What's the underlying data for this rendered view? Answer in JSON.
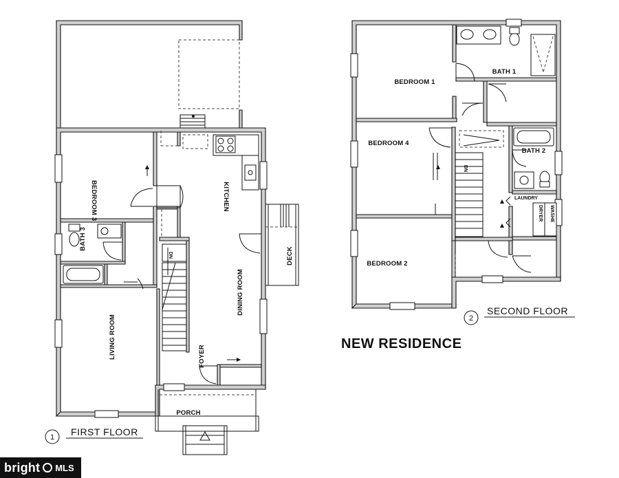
{
  "title": "NEW RESIDENCE",
  "first_floor": {
    "number": "1",
    "title": "FIRST FLOOR",
    "rooms": {
      "bedroom3": "BEDROOM 3",
      "bath3": "BATH 3",
      "living_room": "LIVING ROOM",
      "kitchen": "KITCHEN",
      "dining_room": "DINING ROOM",
      "deck": "DECK",
      "foyer": "FOYER",
      "porch": "PORCH",
      "stair_dn": "DN"
    }
  },
  "second_floor": {
    "number": "2",
    "title": "SECOND FLOOR",
    "rooms": {
      "bedroom1": "BEDROOM 1",
      "bedroom2": "BEDROOM 2",
      "bedroom4": "BEDROOM 4",
      "bath1": "BATH 1",
      "bath2": "BATH 2",
      "laundry": "LAUNDRY",
      "dryer": "DRYER",
      "washer": "WASHE",
      "stair_dn": "DN"
    }
  },
  "watermark": {
    "brand": "bright",
    "suffix": "MLS"
  }
}
